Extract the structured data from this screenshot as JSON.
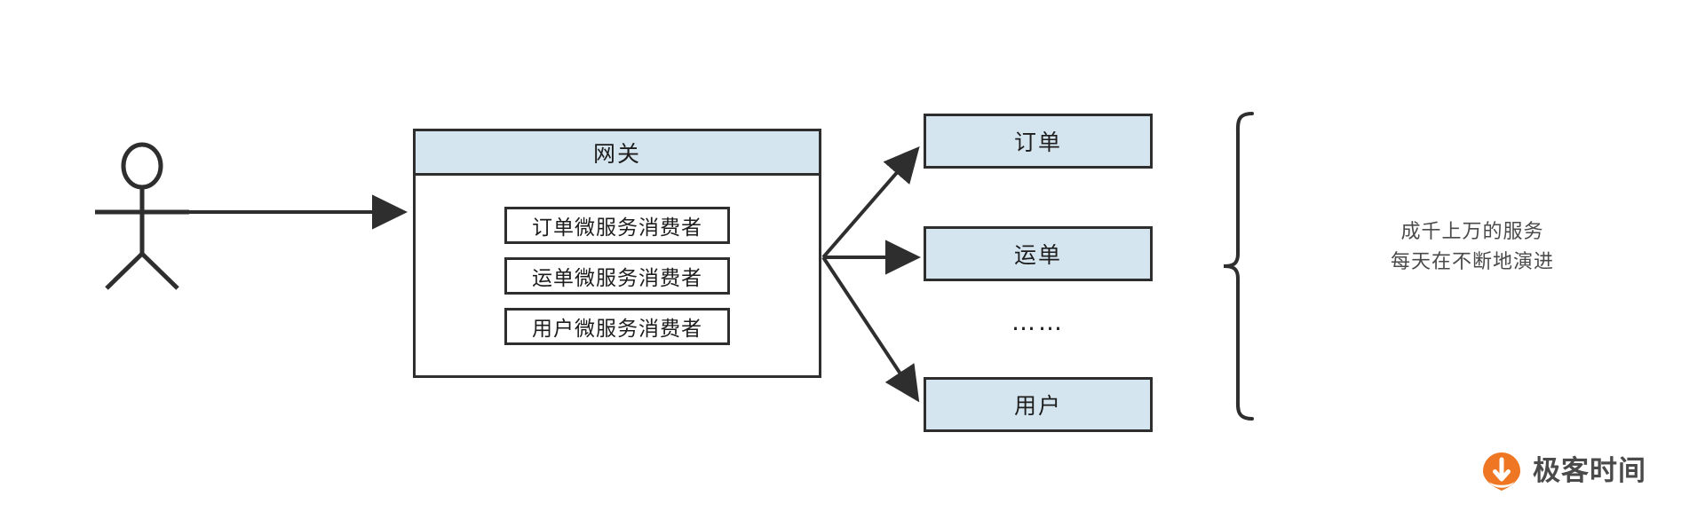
{
  "diagram": {
    "title": "microservice-gateway-architecture",
    "actor": {
      "name": "user-actor",
      "label": ""
    },
    "gateway": {
      "header_label": "网关",
      "consumers": [
        {
          "label": "订单微服务消费者"
        },
        {
          "label": "运单微服务消费者"
        },
        {
          "label": "用户微服务消费者"
        }
      ]
    },
    "services": [
      {
        "label": "订单"
      },
      {
        "label": "运单"
      },
      {
        "label": "用户"
      }
    ],
    "ellipsis": "……",
    "caption": {
      "line1": "成千上万的服务",
      "line2": "每天在不断地演进"
    },
    "colors": {
      "box_fill": "#d5e5ef",
      "stroke": "#2e2e2e",
      "text": "#1d1d1d",
      "caption_text": "#4a4a4a",
      "logo_orange": "#ef7622",
      "logo_text": "#4a4a4a",
      "background": "#ffffff"
    }
  },
  "logo": {
    "text": "极客时间",
    "mark_name": "geektime-pin-icon"
  }
}
